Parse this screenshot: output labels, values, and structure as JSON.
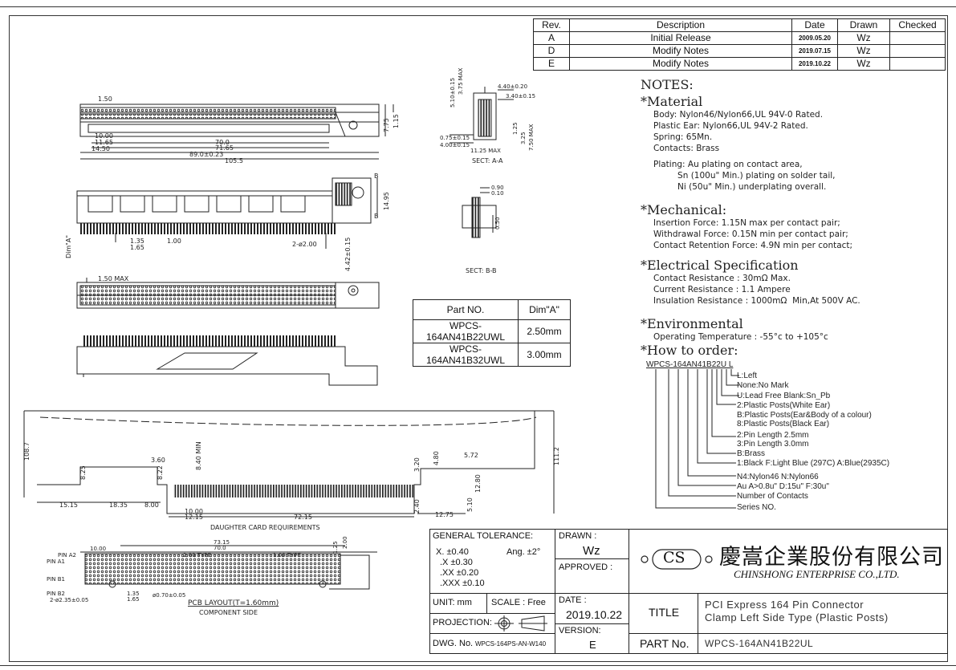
{
  "revision_table": {
    "headers": [
      "Rev.",
      "Description",
      "Date",
      "Drawn",
      "Checked"
    ],
    "rows": [
      {
        "rev": "A",
        "description": "Initial Release",
        "date": "2009.05.20",
        "drawn": "Wz",
        "checked": ""
      },
      {
        "rev": "D",
        "description": "Modify Notes",
        "date": "2019.07.15",
        "drawn": "Wz",
        "checked": ""
      },
      {
        "rev": "E",
        "description": "Modify Notes",
        "date": "2019.10.22",
        "drawn": "Wz",
        "checked": ""
      }
    ]
  },
  "notes": {
    "title": "NOTES:",
    "material": {
      "heading": "*Material",
      "lines": [
        "Body: Nylon46/Nylon66,UL 94V-0 Rated.",
        "Plastic Ear: Nylon66,UL 94V-2 Rated.",
        "Spring: 65Mn.",
        "Contacts: Brass"
      ],
      "plating": [
        "Plating: Au plating on contact area,",
        "         Sn (100u\" Min.) plating on solder tail,",
        "         Ni (50u\" Min.) underplating overall."
      ]
    },
    "mechanical": {
      "heading": "*Mechanical:",
      "lines": [
        "Insertion Force: 1.15N max per contact pair;",
        "Withdrawal Force: 0.15N min per contact pair;",
        "Contact Retention Force: 4.9N min per contact;"
      ]
    },
    "electrical": {
      "heading": "*Electrical Specification",
      "lines": [
        "Contact Resistance : 30mΩ Max.",
        "Current Resistance : 1.1 Ampere",
        "Insulation Resistance : 1000mΩ  Min,At 500V AC."
      ]
    },
    "environmental": {
      "heading": "*Environmental",
      "lines": [
        "Operating Temperature : -55°c to +105°c"
      ]
    },
    "order": {
      "heading": "*How to order:",
      "code": "WPCS-164AN41B22U L",
      "items": [
        "L:Left",
        "None:No Mark",
        "U:Lead Free  Blank:Sn_Pb",
        "2:Plastic Posts(White Ear)",
        "B:Plastic Posts(Ear&Body of a colour)",
        "8:Plastic Posts(Black Ear)",
        "2:Pin Length 2.5mm",
        "3:Pin Length 3.0mm",
        "B:Brass",
        "1:Black F:Light Blue (297C)  A:Blue(2935C)",
        "N4:Nylon46   N:Nylon66",
        "Au A>0.8u\"  D:15u\"  F:30u\"",
        "Number of Contacts",
        "Series NO."
      ]
    }
  },
  "part_table": {
    "headers": [
      "Part NO.",
      "Dim\"A\""
    ],
    "rows": [
      {
        "part": "WPCS-164AN41B22UWL",
        "dim": "2.50mm"
      },
      {
        "part": "WPCS-164AN41B32UWL",
        "dim": "3.00mm"
      }
    ]
  },
  "drawing_labels": {
    "sect_aa": "SECT: A-A",
    "sect_bb": "SECT: B-B",
    "daughter": "DAUGHTER CARD REQUIREMENTS",
    "pcb_layout": "PCB LAYOUT(T=1.60mm)",
    "component_side": "COMPONENT SIDE",
    "dim_a": "Dim\"A\"",
    "d_150": "1.50",
    "d_1000": "10.00",
    "d_1165": "11.65",
    "d_1450": "14.50",
    "d_700": "70.0",
    "d_7165": "71.65",
    "d_890": "89.0±0.23",
    "d_1055": "105.5",
    "d_775": "7.75",
    "d_115": "1.15",
    "d_135": "1.35",
    "d_165": "1.65",
    "d_100": "1.00",
    "d_2phi": "2-ø2.00",
    "d_1495": "14.95",
    "d_442": "4.42±0.15",
    "d_150max": "1.50 MAX",
    "aa_440": "4.40±0.20",
    "aa_340": "3.40±0.15",
    "aa_510": "5.10±0.15",
    "aa_375": "3.75 MAX",
    "aa_075": "0.75±0.15",
    "aa_400": "4.00±0.15",
    "aa_1125": "11.25 MAX",
    "aa_750": "7.50 MAX",
    "aa_325": "3.25",
    "aa_125": "1.25",
    "bb_090": "0.90",
    "bb_010": "0.10",
    "bb_050": "0.50",
    "dc_1087": "108.7",
    "dc_360": "3.60",
    "dc_840": "8.40 MIN",
    "dc_825": "8.25",
    "dc_822": "8.22",
    "dc_1515": "15.15",
    "dc_1835": "18.35",
    "dc_800": "8.00",
    "dc_1000": "10.00",
    "dc_1215": "12.15",
    "dc_7215": "72.15",
    "dc_480": "4.80",
    "dc_572": "5.72",
    "dc_320": "3.20",
    "dc_1280": "12.80",
    "dc_240": "2.40",
    "dc_1275": "12.75",
    "dc_510": "5.10",
    "dc_1112": "111.2",
    "pcb_7315": "73.15",
    "pcb_700": "70.0",
    "pcb_1000": "10.00",
    "pcb_200type": "2.00 TYPE",
    "pcb_100type": "1.00 TYPE",
    "pcb_125": "1.25",
    "pcb_200": "2.00",
    "pcb_pina2": "PIN A2",
    "pcb_pina1": "PIN A1",
    "pcb_pinb1": "PIN B1",
    "pcb_pinb2": "PIN B2",
    "pcb_235": "2-ø2.35±0.05",
    "pcb_135": "1.35",
    "pcb_165": "1.65",
    "pcb_070": "ø0.70±0.05"
  },
  "title_block": {
    "general_tolerance_label": "GENERAL TOLERANCE:",
    "tol_x": "X.  ±0.40",
    "tol_xx": ".X  ±0.30",
    "tol_xxx": ".XX ±0.20",
    "tol_xxxx": ".XXX ±0.10",
    "ang": "Ang.  ±2°",
    "unit": "UNIT:  mm",
    "scale": "SCALE :  Free",
    "projection": "PROJECTION:",
    "dwg_no_label": "DWG. No.",
    "dwg_no": "WPCS-164PS-AN-W140",
    "drawn_label": "DRAWN :",
    "drawn_value": "Wz",
    "approved_label": "APPROVED :",
    "date_label": "DATE :",
    "date_value": "2019.10.22",
    "version_label": "VERSION:",
    "version_value": "E",
    "logo_cs": "CS",
    "company_cn": "慶嵩企業股份有限公司",
    "company_en": "CHINSHONG ENTERPRISE CO.,LTD.",
    "title_label": "TITLE",
    "title_line1": "PCI Express  164  Pin  Connector",
    "title_line2": "Clamp  Left  Side  Type  (Plastic  Posts)",
    "part_no_label": "PART No.",
    "part_no_value": "WPCS-164AN41B22UL"
  }
}
